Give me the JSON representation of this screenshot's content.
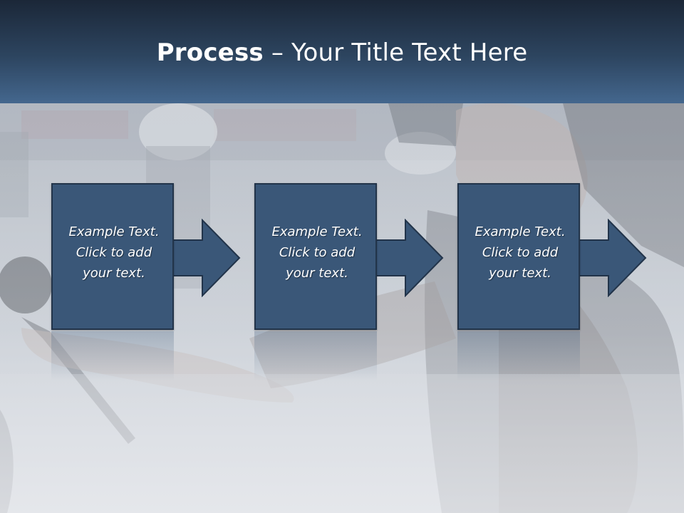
{
  "slide": {
    "title_bold": "Process",
    "title_rest": " – Your Title Text Here",
    "steps": [
      {
        "line1": "Example Text.",
        "line2": "Click  to add",
        "line3": "your text."
      },
      {
        "line1": "Example Text.",
        "line2": "Click  to add",
        "line3": "your text."
      },
      {
        "line1": "Example Text.",
        "line2": "Click  to add",
        "line3": "your text."
      }
    ]
  },
  "colors": {
    "title_band_top": "#1b2738",
    "title_band_bottom": "#44678e",
    "box_fill": "#3a5778",
    "box_border": "#22344a",
    "text": "#ffffff"
  }
}
